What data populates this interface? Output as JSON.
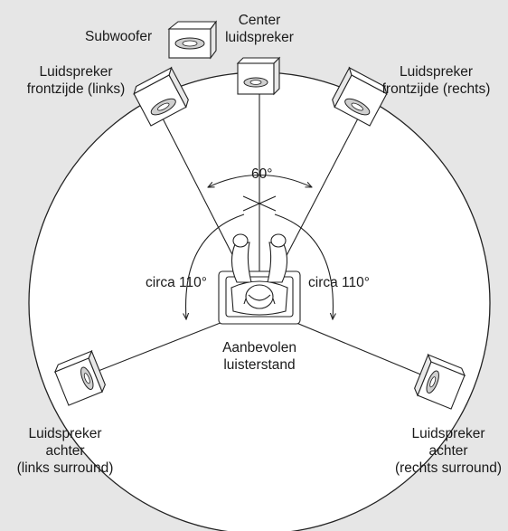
{
  "colors": {
    "panel_background": "#e6e6e6",
    "circle_fill": "#ffffff",
    "line": "#222222",
    "speaker_body": "#ffffff",
    "speaker_cone": "#cfcfcf"
  },
  "labels": {
    "subwoofer": "Subwoofer",
    "center": [
      "Center",
      "luidspreker"
    ],
    "front_left": [
      "Luidspreker",
      "frontzijde (links)"
    ],
    "front_right": [
      "Luidspreker",
      "frontzijde (rechts)"
    ],
    "angle_front": "60°",
    "angle_left": "circa 110°",
    "angle_right": "circa 110°",
    "listening_position": [
      "Aanbevolen",
      "luisterstand"
    ],
    "surround_left": [
      "Luidspreker",
      "achter",
      "(links surround)"
    ],
    "surround_right": [
      "Luidspreker",
      "achter",
      "(rechts surround)"
    ]
  },
  "icons": [
    "speaker-icon",
    "subwoofer-icon",
    "listener-icon"
  ]
}
